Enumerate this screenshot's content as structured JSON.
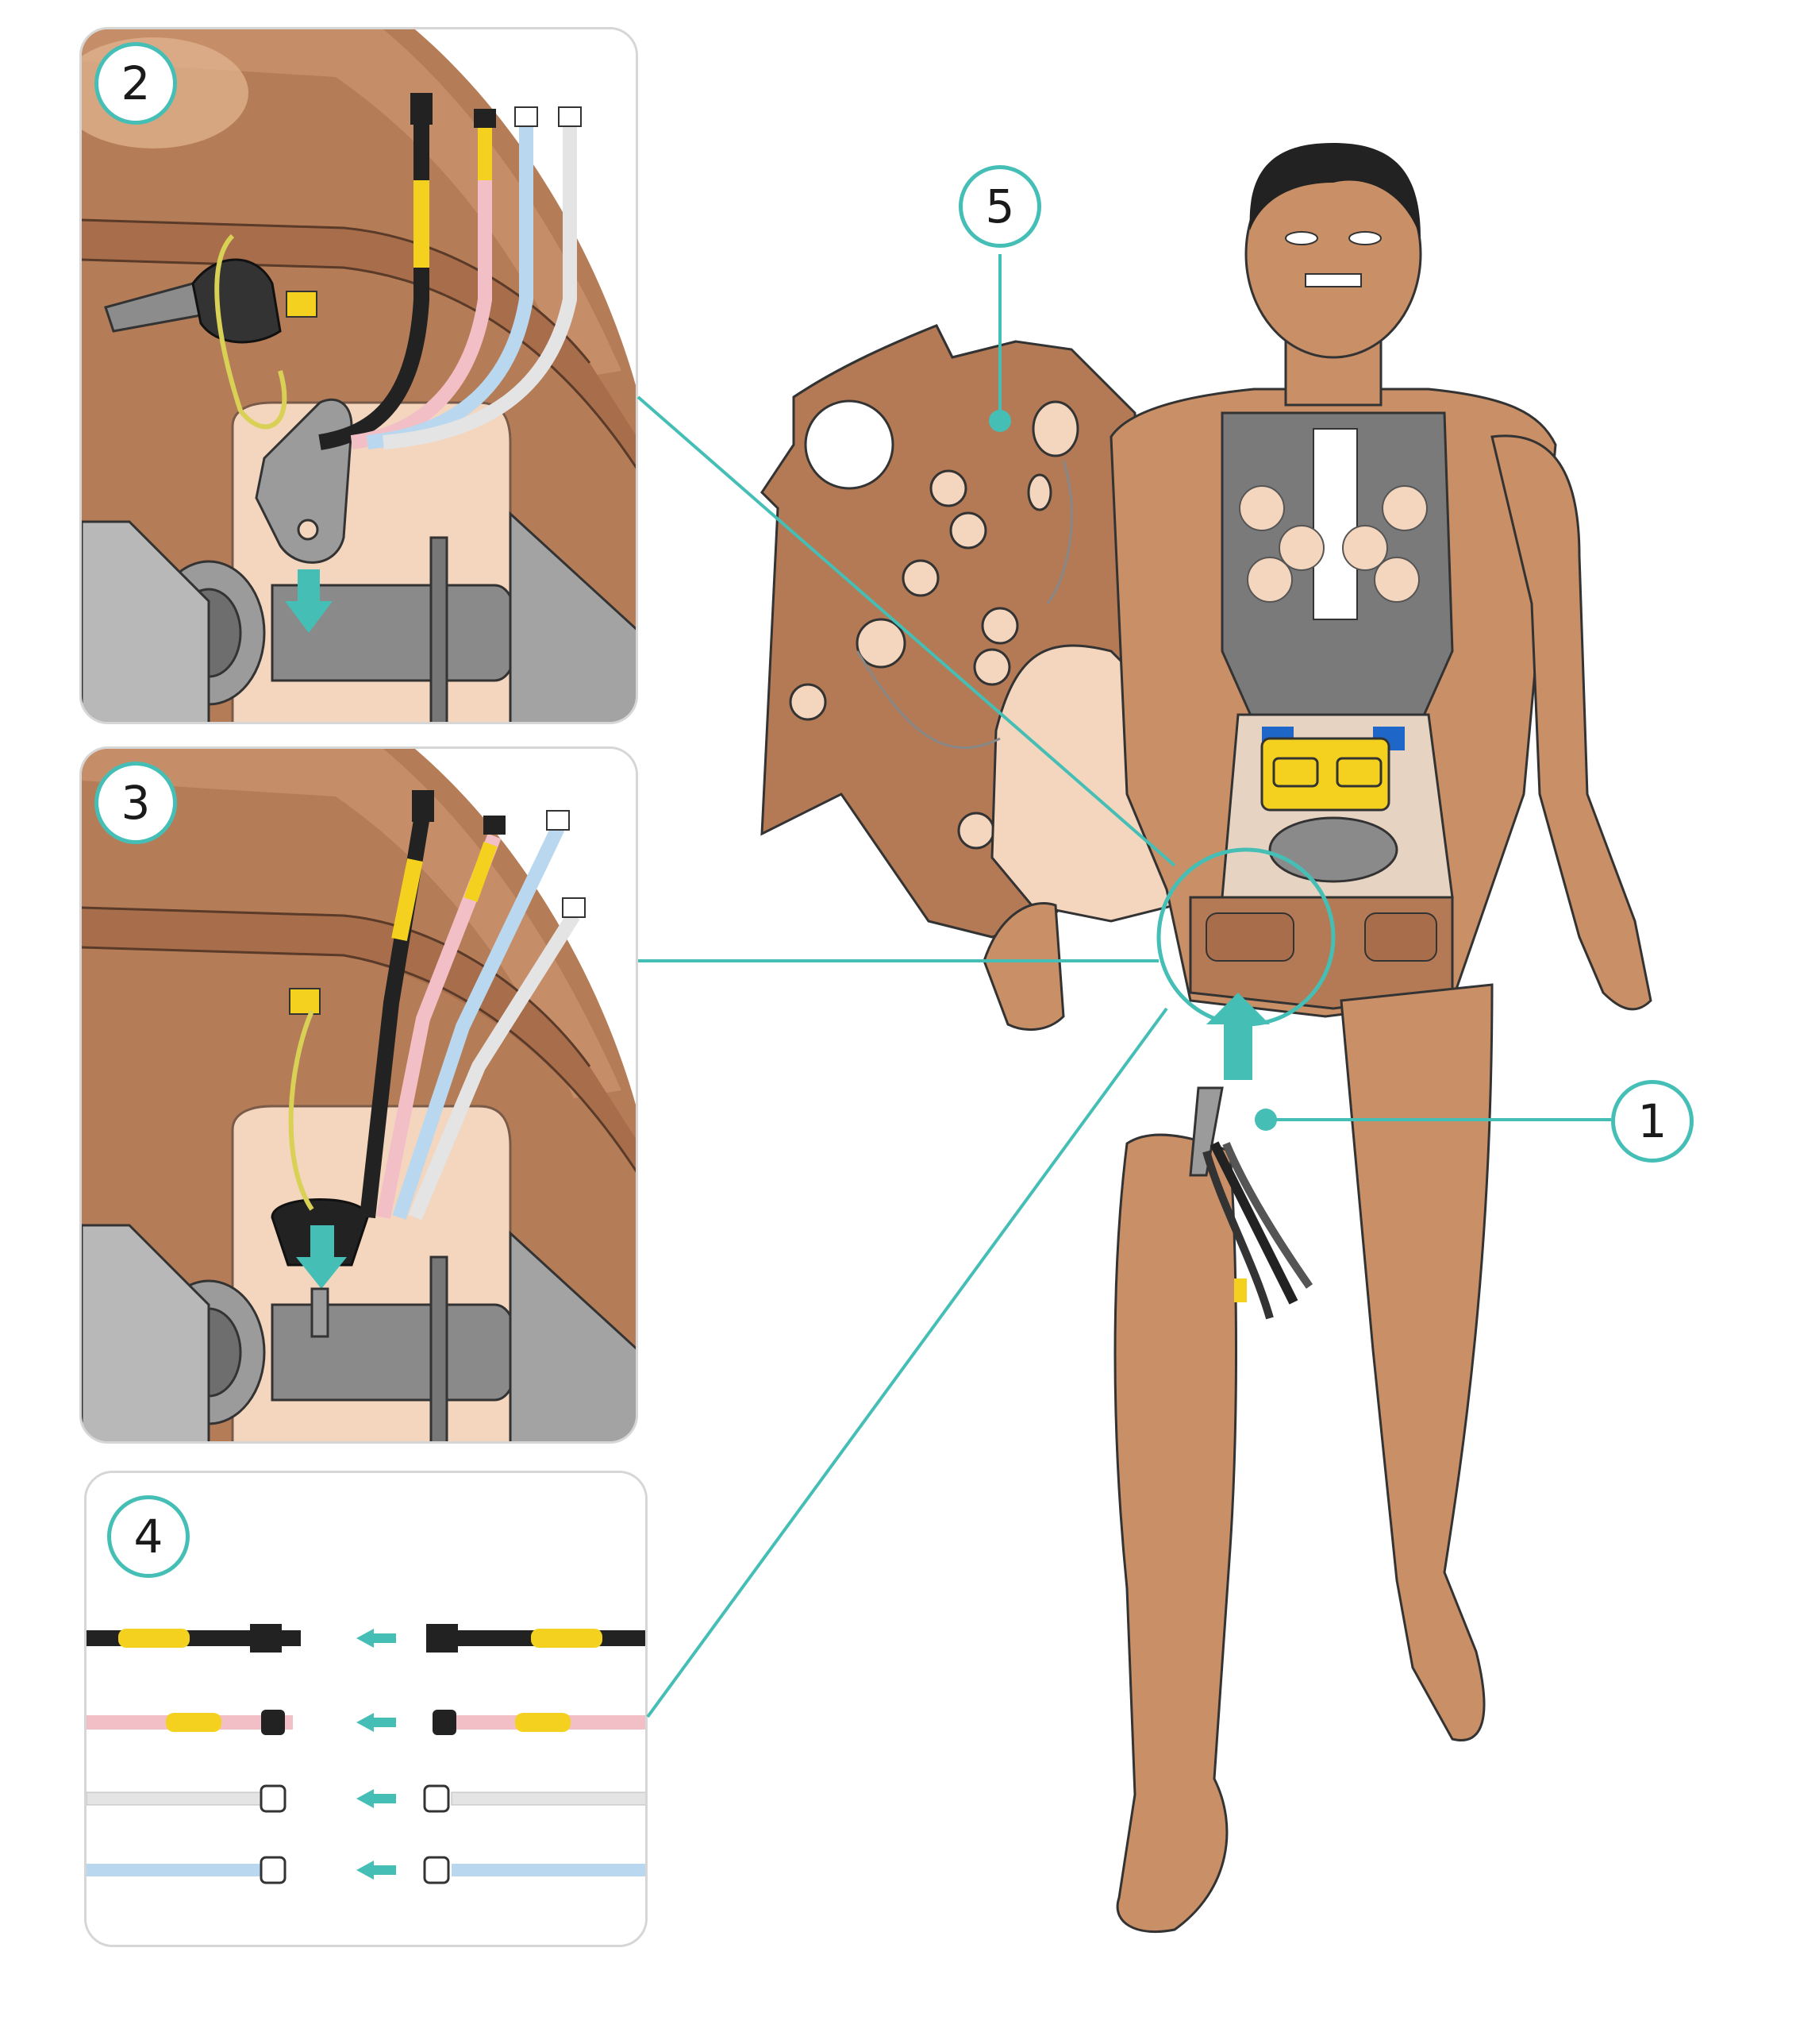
{
  "steps": {
    "s1": "1",
    "s2": "2",
    "s3": "3",
    "s4": "4",
    "s5": "5"
  },
  "colors": {
    "accent": "#45bfb6",
    "skin": "#c98f66",
    "skin_light": "#f3d2b8",
    "skin_dark": "#b37a55",
    "metal": "#9a9a9a",
    "cable_black": "#222222",
    "cable_yellow": "#f4d11e",
    "tube_pink": "#f1bfc5",
    "tube_blue": "#b9d8ef",
    "tube_clear": "#e4e4e4"
  },
  "connector_rows": [
    {
      "name": "black-cable",
      "icon": "electrical-plug-icon"
    },
    {
      "name": "pink-tube",
      "icon": "hose-coupling-icon"
    },
    {
      "name": "clear-tube",
      "icon": "quick-coupler-icon"
    },
    {
      "name": "blue-tube",
      "icon": "quick-coupler-icon"
    }
  ]
}
